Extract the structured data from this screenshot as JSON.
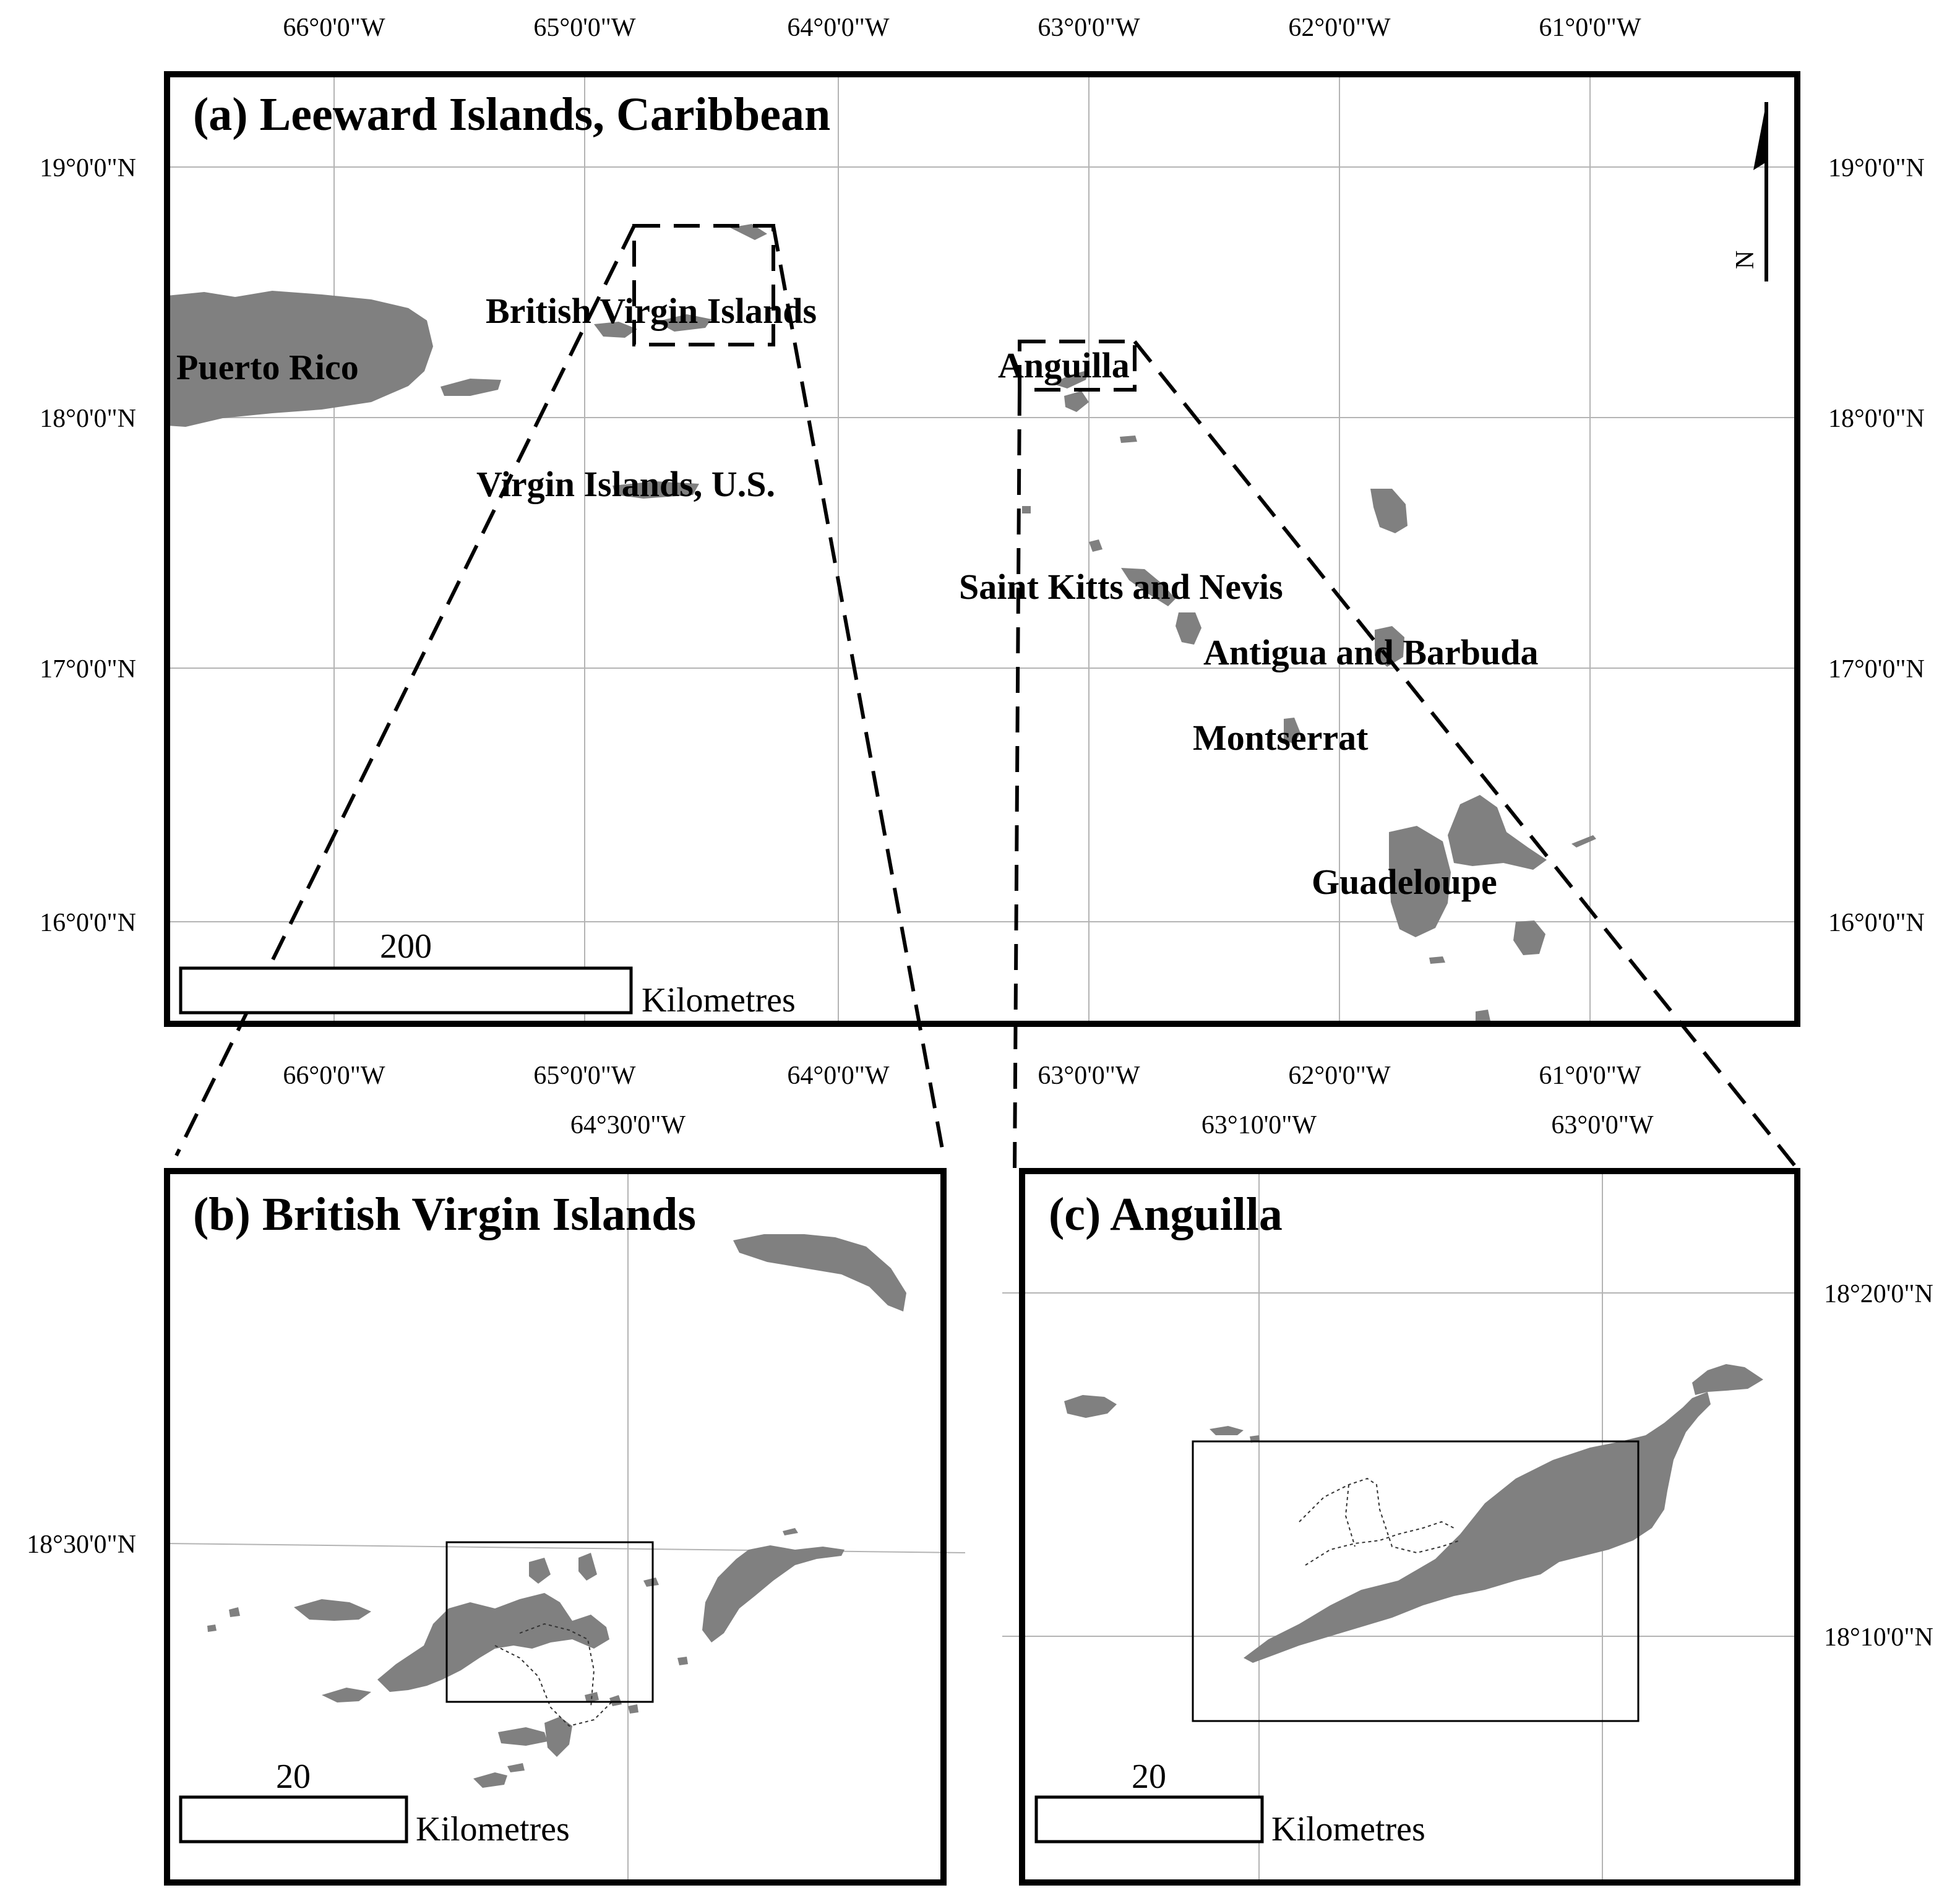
{
  "panel_a": {
    "title": "(a) Leeward Islands, Caribbean",
    "lon_labels": [
      "66°0'0\"W",
      "65°0'0\"W",
      "64°0'0\"W",
      "63°0'0\"W",
      "62°0'0\"W",
      "61°0'0\"W"
    ],
    "lat_labels": [
      "19°0'0\"N",
      "18°0'0\"N",
      "17°0'0\"N",
      "16°0'0\"N"
    ],
    "places": {
      "puerto_rico": "Puerto Rico",
      "bvi": "British Virgin Islands",
      "usvi": "Virgin Islands, U.S.",
      "anguilla": "Anguilla",
      "st_kitts": "Saint Kitts and Nevis",
      "antigua": "Antigua and Barbuda",
      "montserrat": "Montserrat",
      "guadeloupe": "Guadeloupe"
    },
    "scale_value": "200",
    "scale_unit": "Kilometres",
    "north_label": "N"
  },
  "panel_b": {
    "title": "(b) British Virgin Islands",
    "lon_labels": [
      "64°30'0\"W"
    ],
    "lat_labels": [
      "18°30'0\"N"
    ],
    "scale_value": "20",
    "scale_unit": "Kilometres"
  },
  "panel_c": {
    "title": "(c) Anguilla",
    "lon_labels": [
      "63°10'0\"W",
      "63°0'0\"W"
    ],
    "lat_labels": [
      "18°20'0\"N",
      "18°10'0\"N"
    ],
    "scale_value": "20",
    "scale_unit": "Kilometres"
  },
  "colors": {
    "land": "#808080",
    "frame": "#000000",
    "grid": "#b4b4b4",
    "background": "#ffffff"
  }
}
